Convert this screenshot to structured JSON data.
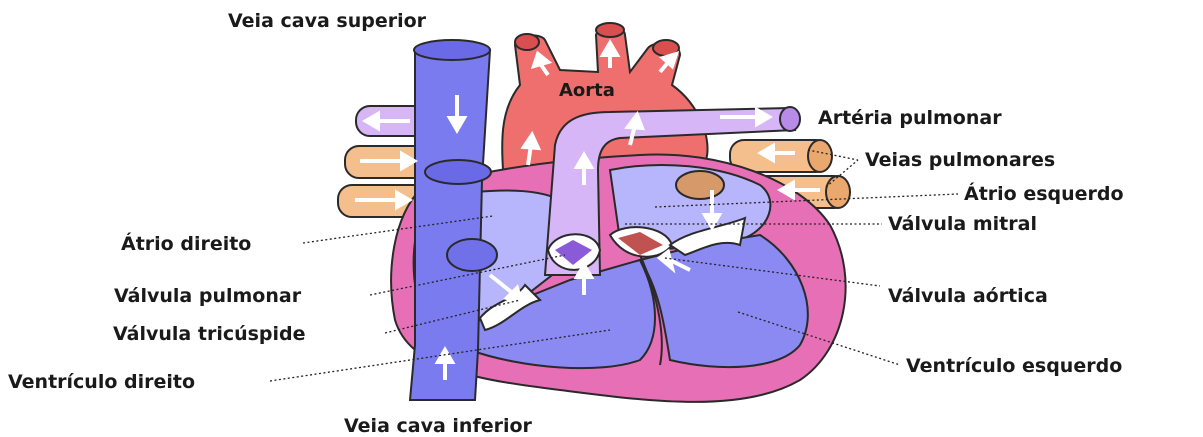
{
  "labels": {
    "veia_cava_superior": "Veia cava superior",
    "aorta": "Aorta",
    "arteria_pulmonar": "Artéria pulmonar",
    "veias_pulmonares": "Veias pulmonares",
    "atrio_esquerdo": "Átrio esquerdo",
    "valvula_mitral": "Válvula mitral",
    "atrio_direito": "Átrio direito",
    "valvula_pulmonar": "Válvula pulmonar",
    "valvula_aortica": "Válvula aórtica",
    "valvula_tricuspide": "Válvula tricúspide",
    "ventriculo_esquerdo": "Ventrículo esquerdo",
    "ventriculo_direito": "Ventrículo direito",
    "veia_cava_inferior": "Veia cava inferior"
  },
  "colors": {
    "vena_cava_blue": "#7b7bf0",
    "aorta_red": "#ef6f6f",
    "pulmonary_artery_purple": "#c9a7f5",
    "pulmonary_veins_orange": "#f4bf8c",
    "heart_wall_pink": "#e66fb6",
    "chamber_blue": "#8a8af2",
    "chamber_light": "#b7b5fb",
    "arrows": "#ffffff"
  }
}
